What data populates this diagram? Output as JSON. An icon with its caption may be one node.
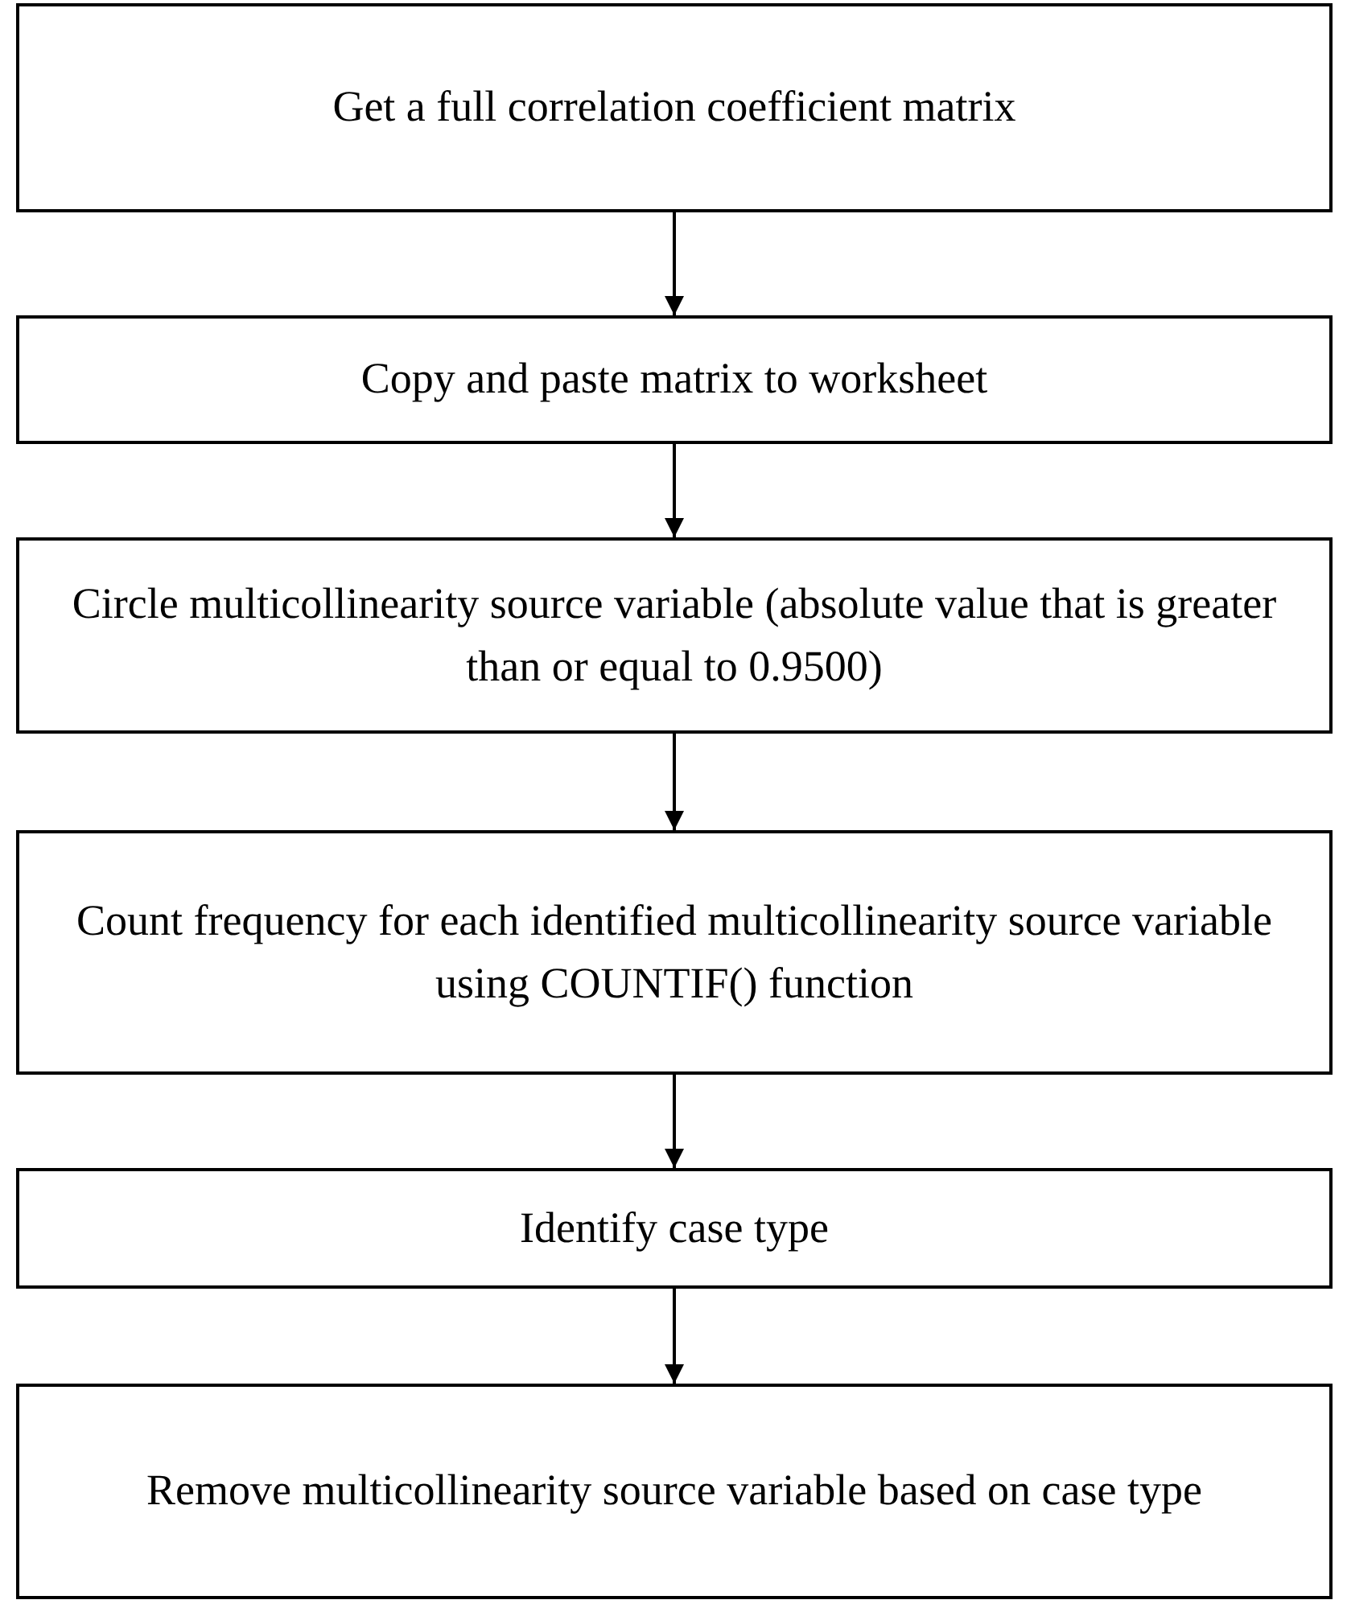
{
  "diagram": {
    "nodes": [
      {
        "text": [
          "Get a full correlation coefficient matrix"
        ]
      },
      {
        "text": [
          "Copy and paste matrix to worksheet"
        ]
      },
      {
        "text": [
          "Circle multicollinearity source variable (absolute value that is greater than or equal to 0.9500)"
        ]
      },
      {
        "text": [
          "Count frequency for each identified multicollinearity source variable using COUNTIF() function"
        ]
      },
      {
        "text": [
          "Identify case type"
        ]
      },
      {
        "text": [
          "Remove multicollinearity source variable based on case type"
        ]
      }
    ],
    "edges": [
      {
        "from": 0,
        "to": 1,
        "arrow": "to"
      },
      {
        "from": 1,
        "to": 2,
        "arrow": "to"
      },
      {
        "from": 2,
        "to": 3,
        "arrow": "to"
      },
      {
        "from": 3,
        "to": 4,
        "arrow": "to"
      },
      {
        "from": 4,
        "to": 5,
        "arrow": "to"
      }
    ]
  }
}
